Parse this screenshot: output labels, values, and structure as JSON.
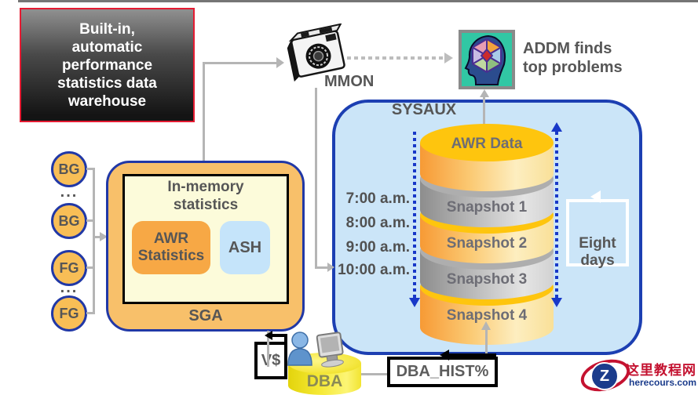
{
  "title_box": {
    "text": "Built-in,\nautomatic\nperformance\nstatistics data\nwarehouse"
  },
  "mmon": {
    "label": "MMON"
  },
  "addm": {
    "caption": "ADDM finds\ntop problems"
  },
  "processes": [
    {
      "label": "BG"
    },
    {
      "label": "..."
    },
    {
      "label": "BG"
    },
    {
      "label": "FG"
    },
    {
      "label": "..."
    },
    {
      "label": "FG"
    }
  ],
  "sga": {
    "label": "SGA",
    "inmemory_title": "In-memory\nstatistics",
    "awr_stats_label": "AWR\nStatistics",
    "ash_label": "ASH"
  },
  "sysaux": {
    "label": "SYSAUX",
    "cylinders": [
      {
        "name": "AWR Data",
        "style": "gold"
      },
      {
        "name": "Snapshot 1",
        "style": "gray"
      },
      {
        "name": "Snapshot 2",
        "style": "gold"
      },
      {
        "name": "Snapshot 3",
        "style": "gray"
      },
      {
        "name": "Snapshot 4",
        "style": "gold"
      }
    ],
    "times": [
      "7:00 a.m.",
      "8:00 a.m.",
      "9:00 a.m.",
      "10:00 a.m."
    ],
    "retention_label": "Eight\ndays"
  },
  "query_interfaces": {
    "v_dollar": "V$",
    "dba_hist": "DBA_HIST%"
  },
  "dba": {
    "label": "DBA"
  },
  "watermark": {
    "logo_letter": "Z",
    "site_name": "这里教程网",
    "site_url": "herecours.com"
  },
  "colors": {
    "title_border_red": "#e51b32",
    "deep_blue_border": "#2138a6",
    "sysaux_border": "#1c3fb2",
    "sga_fill": "#f8c06a",
    "sysaux_fill": "#cbe5f8",
    "gold_cylinder": "#fec50e",
    "gray_cylinder": "#aeaeae",
    "dotted_arrow_blue": "#1838c8",
    "connector_gray": "#b5b5b5",
    "watermark_red": "#c41230",
    "watermark_blue": "#1b3c8c"
  }
}
